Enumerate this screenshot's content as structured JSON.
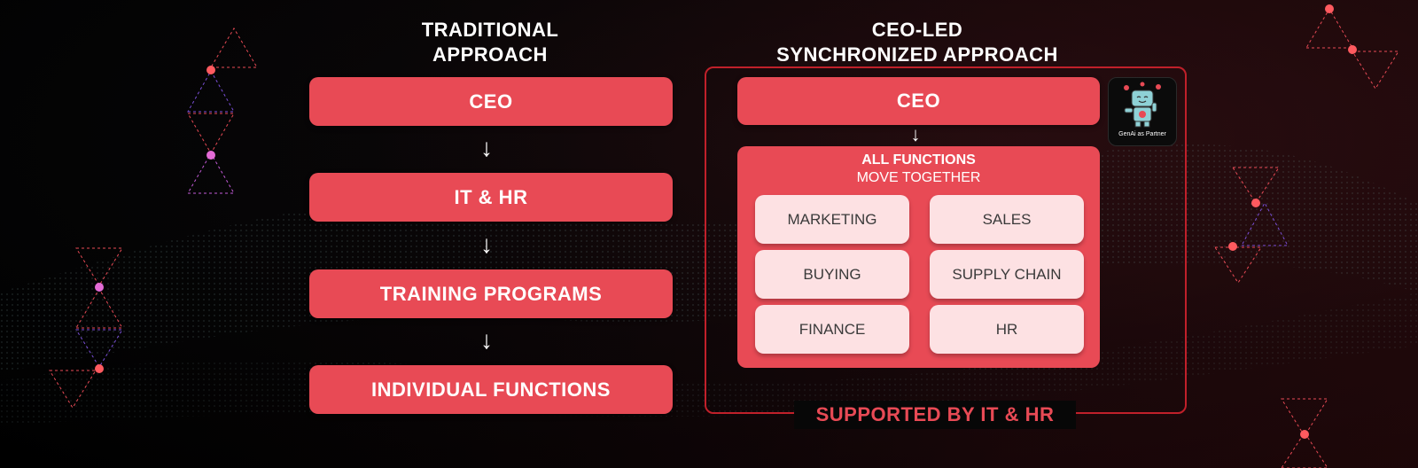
{
  "traditional": {
    "title": "TRADITIONAL\nAPPROACH",
    "steps": [
      "CEO",
      "IT & HR",
      "TRAINING PROGRAMS",
      "INDIVIDUAL FUNCTIONS"
    ]
  },
  "synchronized": {
    "title": "CEO-LED\nSYNCHRONIZED APPROACH",
    "ceo": "CEO",
    "group_title": "ALL FUNCTIONS",
    "group_subtitle": "MOVE TOGETHER",
    "functions": [
      "MARKETING",
      "SALES",
      "BUYING",
      "SUPPLY CHAIN",
      "FINANCE",
      "HR"
    ],
    "support_label": "SUPPORTED BY IT & HR",
    "badge_label": "GenAi as Partner"
  },
  "icons": {
    "arrow": "arrow-down-icon",
    "robot": "robot-icon"
  },
  "colors": {
    "accent": "#e84a55",
    "accent_dark": "#c0202a",
    "function_fill": "#fde1e3",
    "background": "#000000"
  }
}
